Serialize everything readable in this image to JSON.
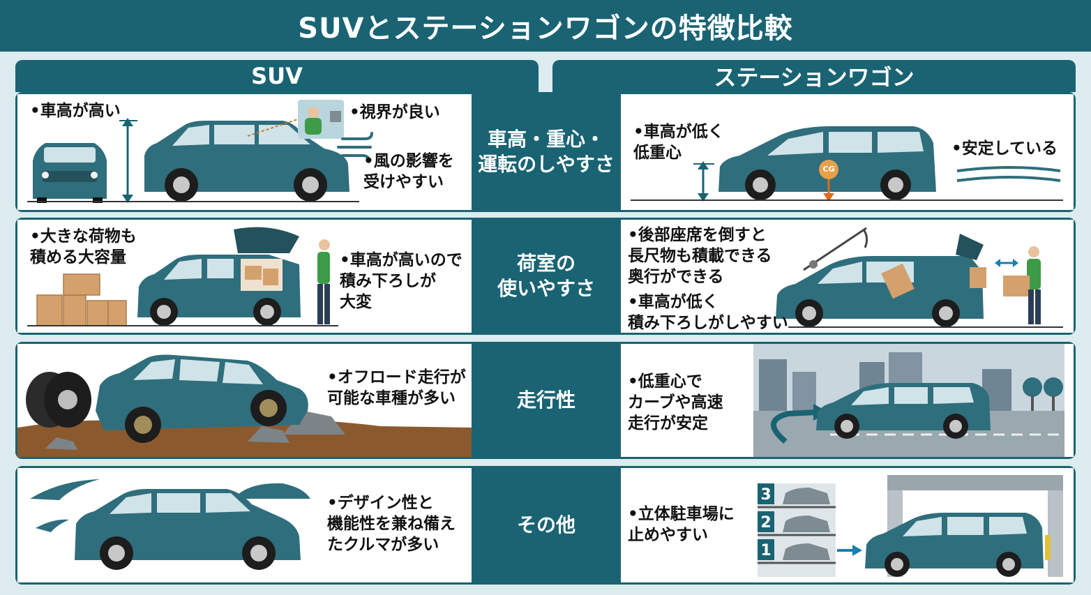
{
  "title": "SUVとステーションワゴンの特徴比較",
  "columns": {
    "left": "SUV",
    "right": "ステーションワゴン"
  },
  "rows": [
    {
      "label": "車高・重心・\n運転のしやすさ",
      "suv": [
        "•車高が高い",
        "•視界が良い",
        "•風の影響を\n受けやすい"
      ],
      "wagon": [
        "•車高が低く\n低重心",
        "•安定している"
      ],
      "badge": "CG"
    },
    {
      "label": "荷室の\n使いやすさ",
      "suv": [
        "•大きな荷物も\n積める大容量",
        "•車高が高いので\n積み下ろしが\n大変"
      ],
      "wagon": [
        "•後部座席を倒すと\n長尺物も積載できる\n奥行ができる",
        "•車高が低く\n積み下ろしがしやすい"
      ]
    },
    {
      "label": "走行性",
      "suv": [
        "•オフロード走行が\n可能な車種が多い"
      ],
      "wagon": [
        "•低重心で\nカーブや高速\n走行が安定"
      ]
    },
    {
      "label": "その他",
      "suv": [
        "•デザイン性と\n機能性を兼ね備え\nたクルマが多い"
      ],
      "wagon": [
        "•立体駐車場に\n止めやすい"
      ],
      "parking_levels": [
        "3",
        "2",
        "1"
      ]
    }
  ],
  "colors": {
    "teal": "#1a6373",
    "car": "#2f6e7c",
    "box": "#d4a16c",
    "ground": "#8a5a2e"
  }
}
